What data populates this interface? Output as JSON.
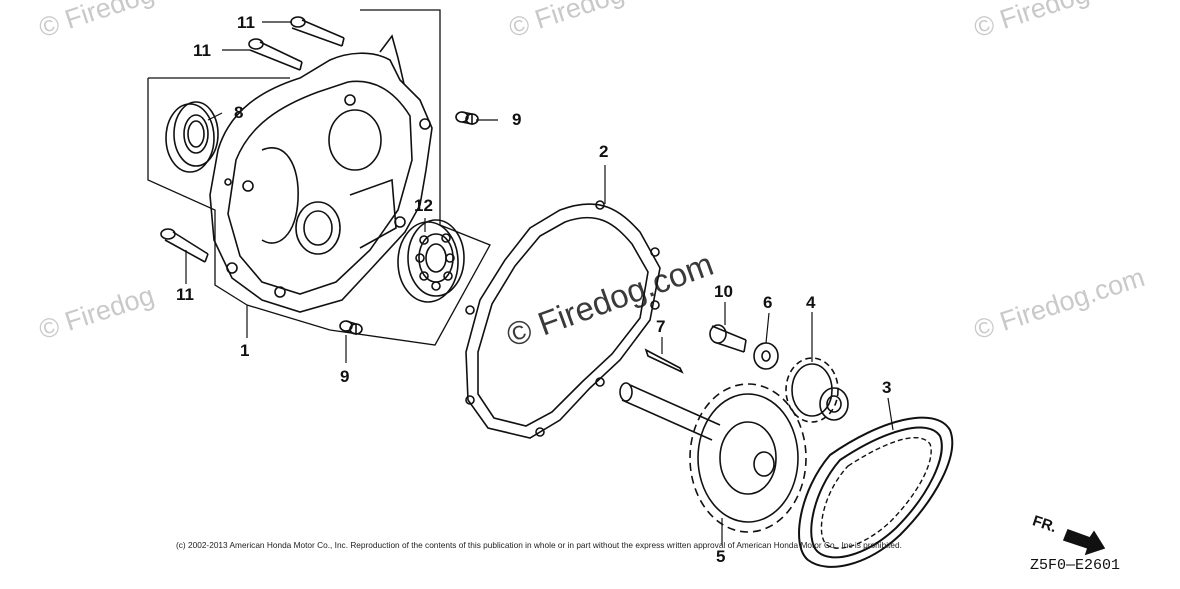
{
  "diagram": {
    "callouts": {
      "c1": "1",
      "c2": "2",
      "c3": "3",
      "c4": "4",
      "c5": "5",
      "c6": "6",
      "c7": "7",
      "c8": "8",
      "c9a": "9",
      "c9b": "9",
      "c10": "10",
      "c11a": "11",
      "c11b": "11",
      "c11c": "11",
      "c12": "12"
    },
    "watermark": {
      "text": "© Firedog",
      "center_text": "© Firedog.com",
      "corner_text": "© Firedog.com"
    },
    "copyright": "(c) 2002-2013 American Honda Motor Co., Inc. Reproduction of the contents of this publication in whole or in part without the express written approval of American Honda Motor Co., Inc is prohibited.",
    "direction_label": "FR.",
    "diagram_code": "Z5F0—E2601"
  }
}
